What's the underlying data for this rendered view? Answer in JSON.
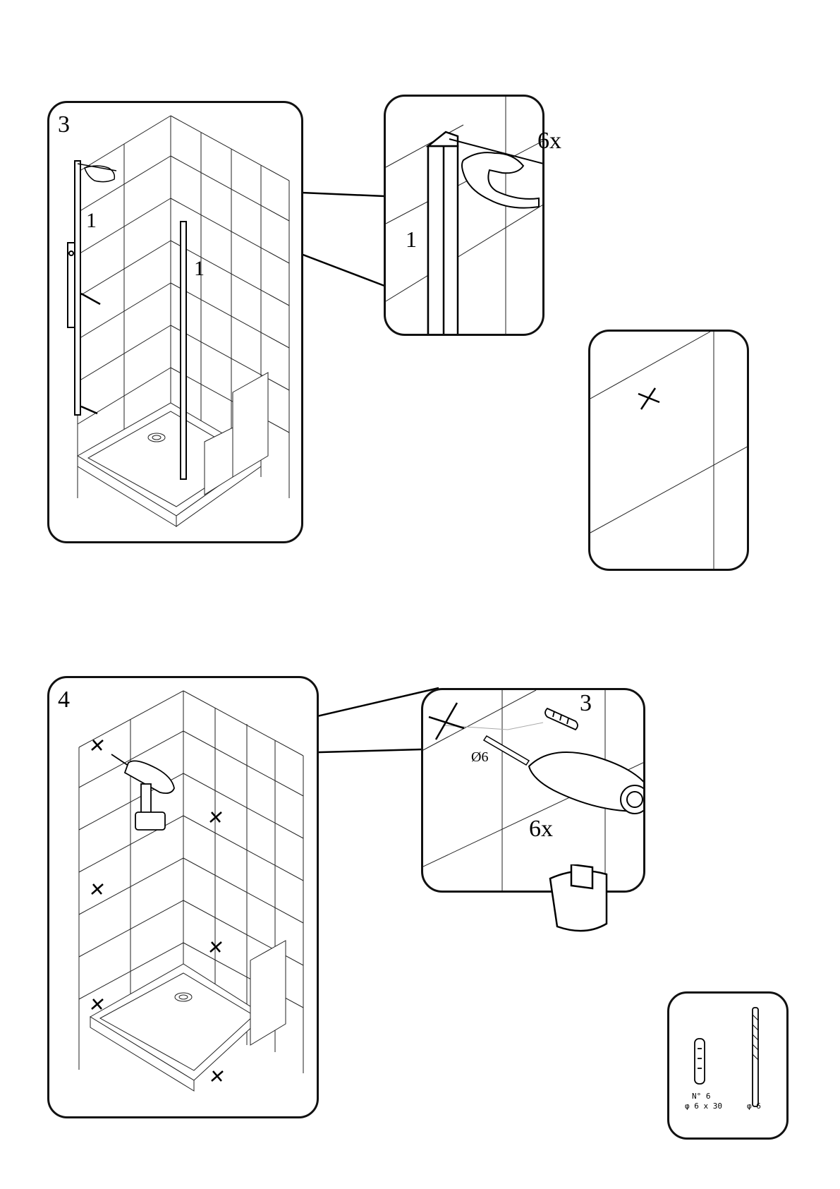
{
  "steps": [
    {
      "number": "3",
      "labels": [
        "1",
        "1"
      ],
      "detail_label_part": "1",
      "detail_label_qty": "6x"
    },
    {
      "number": "4",
      "detail_plug_qty": "3",
      "detail_drill_diameter": "Ø6",
      "detail_qty": "6x"
    }
  ],
  "hardware_box": {
    "plug_label_line1": "N° 6",
    "plug_label_line2": "φ 6 x 30",
    "bit_label": "φ 6"
  }
}
